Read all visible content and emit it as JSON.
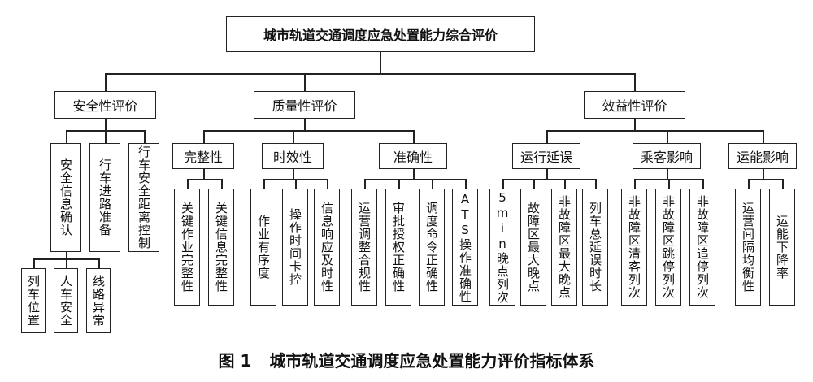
{
  "root": "城市轨道交通调度应急处置能力综合评价",
  "level1": [
    "安全性评价",
    "质量性评价",
    "效益性评价"
  ],
  "safety": {
    "children": [
      "安全信息确认",
      "行车进路准备",
      "行车安全距离控制"
    ],
    "info_children": [
      "列车位置",
      "人车安全",
      "线路异常"
    ]
  },
  "quality": {
    "groups": [
      "完整性",
      "时效性",
      "准确性"
    ],
    "completeness": [
      "关键作业完整性",
      "关键信息完整性"
    ],
    "timeliness": [
      "作业有序度",
      "操作时间卡控",
      "信息响应及时性"
    ],
    "accuracy": [
      "运营调整合规性",
      "审批授权正确性",
      "调度命令正确性",
      "ATS操作准确性"
    ]
  },
  "benefit": {
    "groups": [
      "运行延误",
      "乘客影响",
      "运能影响"
    ],
    "delay": [
      "5min晚点列次",
      "故障区最大晚点",
      "非故障区最大晚点",
      "列车总延误时长"
    ],
    "passenger": [
      "非故障区清客列次",
      "非故障区跳停列次",
      "非故障区追停列次"
    ],
    "capacity": [
      "运营间隔均衡性",
      "运能下降率"
    ]
  },
  "caption": {
    "number": "图 1",
    "title": "城市轨道交通调度应急处置能力评价指标体系"
  }
}
